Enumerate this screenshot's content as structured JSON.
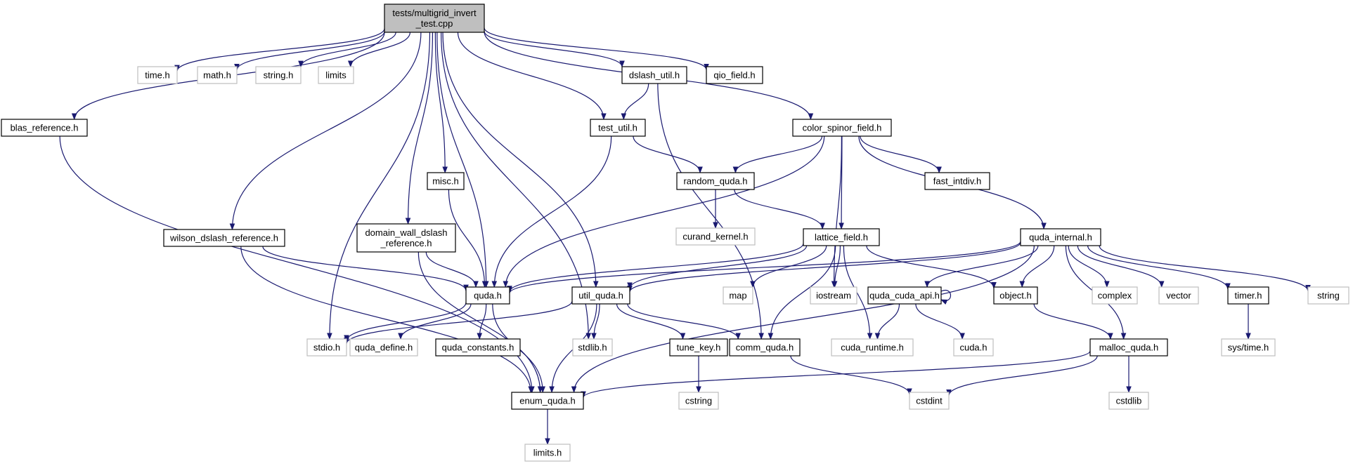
{
  "colors": {
    "edge": "#191970",
    "documented_border": "#000000",
    "system_border": "#bfbfbf",
    "root_fill": "#bfbfbf"
  },
  "nodes": [
    {
      "id": "root",
      "lines": [
        "tests/multigrid_invert",
        "_test.cpp"
      ],
      "kind": "root"
    },
    {
      "id": "time_h",
      "lines": [
        "time.h"
      ],
      "kind": "sys"
    },
    {
      "id": "math_h",
      "lines": [
        "math.h"
      ],
      "kind": "sys"
    },
    {
      "id": "string_h",
      "lines": [
        "string.h"
      ],
      "kind": "sys"
    },
    {
      "id": "limits",
      "lines": [
        "limits"
      ],
      "kind": "sys"
    },
    {
      "id": "dslash_util",
      "lines": [
        "dslash_util.h"
      ],
      "kind": "doc"
    },
    {
      "id": "qio_field",
      "lines": [
        "qio_field.h"
      ],
      "kind": "doc"
    },
    {
      "id": "blas_reference",
      "lines": [
        "blas_reference.h"
      ],
      "kind": "doc"
    },
    {
      "id": "test_util",
      "lines": [
        "test_util.h"
      ],
      "kind": "doc"
    },
    {
      "id": "color_spinor_field",
      "lines": [
        "color_spinor_field.h"
      ],
      "kind": "doc"
    },
    {
      "id": "misc",
      "lines": [
        "misc.h"
      ],
      "kind": "doc"
    },
    {
      "id": "random_quda",
      "lines": [
        "random_quda.h"
      ],
      "kind": "doc"
    },
    {
      "id": "fast_intdiv",
      "lines": [
        "fast_intdiv.h"
      ],
      "kind": "doc"
    },
    {
      "id": "curand_kernel",
      "lines": [
        "curand_kernel.h"
      ],
      "kind": "sys"
    },
    {
      "id": "wilson_dslash",
      "lines": [
        "wilson_dslash_reference.h"
      ],
      "kind": "doc"
    },
    {
      "id": "domain_wall",
      "lines": [
        "domain_wall_dslash",
        "_reference.h"
      ],
      "kind": "doc"
    },
    {
      "id": "lattice_field",
      "lines": [
        "lattice_field.h"
      ],
      "kind": "doc"
    },
    {
      "id": "quda_internal",
      "lines": [
        "quda_internal.h"
      ],
      "kind": "doc"
    },
    {
      "id": "quda_h",
      "lines": [
        "quda.h"
      ],
      "kind": "doc"
    },
    {
      "id": "util_quda",
      "lines": [
        "util_quda.h"
      ],
      "kind": "doc"
    },
    {
      "id": "map",
      "lines": [
        "map"
      ],
      "kind": "sys"
    },
    {
      "id": "iostream",
      "lines": [
        "iostream"
      ],
      "kind": "sys"
    },
    {
      "id": "quda_cuda_api",
      "lines": [
        "quda_cuda_api.h"
      ],
      "kind": "doc"
    },
    {
      "id": "object_h",
      "lines": [
        "object.h"
      ],
      "kind": "doc"
    },
    {
      "id": "complex",
      "lines": [
        "complex"
      ],
      "kind": "sys"
    },
    {
      "id": "vector",
      "lines": [
        "vector"
      ],
      "kind": "sys"
    },
    {
      "id": "timer_h",
      "lines": [
        "timer.h"
      ],
      "kind": "doc"
    },
    {
      "id": "string",
      "lines": [
        "string"
      ],
      "kind": "sys"
    },
    {
      "id": "stdio_h",
      "lines": [
        "stdio.h"
      ],
      "kind": "sys"
    },
    {
      "id": "quda_define",
      "lines": [
        "quda_define.h"
      ],
      "kind": "sys"
    },
    {
      "id": "quda_constants",
      "lines": [
        "quda_constants.h"
      ],
      "kind": "doc"
    },
    {
      "id": "stdlib_h",
      "lines": [
        "stdlib.h"
      ],
      "kind": "sys"
    },
    {
      "id": "tune_key",
      "lines": [
        "tune_key.h"
      ],
      "kind": "doc"
    },
    {
      "id": "comm_quda",
      "lines": [
        "comm_quda.h"
      ],
      "kind": "doc"
    },
    {
      "id": "cuda_runtime",
      "lines": [
        "cuda_runtime.h"
      ],
      "kind": "sys"
    },
    {
      "id": "cuda_h",
      "lines": [
        "cuda.h"
      ],
      "kind": "sys"
    },
    {
      "id": "malloc_quda",
      "lines": [
        "malloc_quda.h"
      ],
      "kind": "doc"
    },
    {
      "id": "sys_time",
      "lines": [
        "sys/time.h"
      ],
      "kind": "sys"
    },
    {
      "id": "enum_quda",
      "lines": [
        "enum_quda.h"
      ],
      "kind": "doc"
    },
    {
      "id": "cstring",
      "lines": [
        "cstring"
      ],
      "kind": "sys"
    },
    {
      "id": "cstdint",
      "lines": [
        "cstdint"
      ],
      "kind": "sys"
    },
    {
      "id": "cstdlib",
      "lines": [
        "cstdlib"
      ],
      "kind": "sys"
    },
    {
      "id": "limits_h",
      "lines": [
        "limits.h"
      ],
      "kind": "sys"
    }
  ],
  "edges": [
    [
      "root",
      "time_h"
    ],
    [
      "root",
      "math_h"
    ],
    [
      "root",
      "string_h"
    ],
    [
      "root",
      "limits"
    ],
    [
      "root",
      "dslash_util"
    ],
    [
      "root",
      "qio_field"
    ],
    [
      "root",
      "blas_reference"
    ],
    [
      "root",
      "test_util"
    ],
    [
      "root",
      "color_spinor_field"
    ],
    [
      "root",
      "misc"
    ],
    [
      "root",
      "wilson_dslash"
    ],
    [
      "root",
      "domain_wall"
    ],
    [
      "root",
      "quda_h"
    ],
    [
      "root",
      "util_quda"
    ],
    [
      "root",
      "stdio_h"
    ],
    [
      "root",
      "stdlib_h"
    ],
    [
      "dslash_util",
      "test_util"
    ],
    [
      "dslash_util",
      "comm_quda"
    ],
    [
      "blas_reference",
      "enum_quda"
    ],
    [
      "test_util",
      "random_quda"
    ],
    [
      "test_util",
      "quda_h"
    ],
    [
      "color_spinor_field",
      "random_quda"
    ],
    [
      "color_spinor_field",
      "fast_intdiv"
    ],
    [
      "color_spinor_field",
      "quda_internal"
    ],
    [
      "color_spinor_field",
      "lattice_field"
    ],
    [
      "color_spinor_field",
      "iostream"
    ],
    [
      "color_spinor_field",
      "quda_h"
    ],
    [
      "misc",
      "quda_h"
    ],
    [
      "random_quda",
      "curand_kernel"
    ],
    [
      "random_quda",
      "lattice_field"
    ],
    [
      "wilson_dslash",
      "quda_h"
    ],
    [
      "wilson_dslash",
      "enum_quda"
    ],
    [
      "domain_wall",
      "quda_h"
    ],
    [
      "domain_wall",
      "enum_quda"
    ],
    [
      "lattice_field",
      "quda_h"
    ],
    [
      "lattice_field",
      "util_quda"
    ],
    [
      "lattice_field",
      "map"
    ],
    [
      "lattice_field",
      "iostream"
    ],
    [
      "lattice_field",
      "object_h"
    ],
    [
      "lattice_field",
      "comm_quda"
    ],
    [
      "lattice_field",
      "cuda_runtime"
    ],
    [
      "quda_internal",
      "quda_h"
    ],
    [
      "quda_internal",
      "util_quda"
    ],
    [
      "quda_internal",
      "quda_cuda_api"
    ],
    [
      "quda_internal",
      "object_h"
    ],
    [
      "quda_internal",
      "complex"
    ],
    [
      "quda_internal",
      "vector"
    ],
    [
      "quda_internal",
      "timer_h"
    ],
    [
      "quda_internal",
      "string"
    ],
    [
      "quda_internal",
      "malloc_quda"
    ],
    [
      "quda_internal",
      "enum_quda"
    ],
    [
      "quda_h",
      "stdio_h"
    ],
    [
      "quda_h",
      "quda_define"
    ],
    [
      "quda_h",
      "quda_constants"
    ],
    [
      "quda_h",
      "enum_quda"
    ],
    [
      "util_quda",
      "stdio_h"
    ],
    [
      "util_quda",
      "stdlib_h"
    ],
    [
      "util_quda",
      "tune_key"
    ],
    [
      "util_quda",
      "comm_quda"
    ],
    [
      "util_quda",
      "enum_quda"
    ],
    [
      "quda_cuda_api",
      "quda_cuda_api"
    ],
    [
      "quda_cuda_api",
      "cuda_runtime"
    ],
    [
      "quda_cuda_api",
      "cuda_h"
    ],
    [
      "object_h",
      "malloc_quda"
    ],
    [
      "timer_h",
      "sys_time"
    ],
    [
      "tune_key",
      "cstring"
    ],
    [
      "comm_quda",
      "cstdint"
    ],
    [
      "malloc_quda",
      "enum_quda"
    ],
    [
      "malloc_quda",
      "cstdint"
    ],
    [
      "malloc_quda",
      "cstdlib"
    ],
    [
      "enum_quda",
      "limits_h"
    ]
  ]
}
